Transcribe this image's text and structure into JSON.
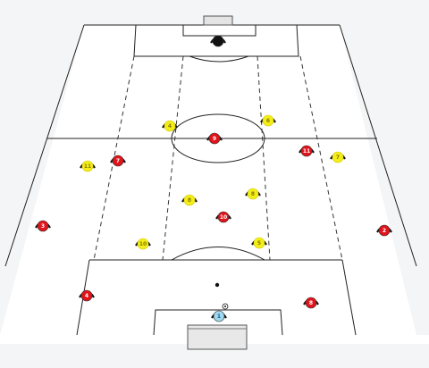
{
  "colors": {
    "background": "#f4f5f6",
    "pitch": "#ffffff",
    "lines": "#222222",
    "red_team": "#e0141b",
    "yellow_team": "#f3ee1a",
    "goalkeeper": "#9fd9ee",
    "opponent_keeper": "#111111"
  },
  "players": [
    {
      "team": "red",
      "number": "9"
    },
    {
      "team": "red",
      "number": "7"
    },
    {
      "team": "red",
      "number": "11"
    },
    {
      "team": "red",
      "number": "3"
    },
    {
      "team": "red",
      "number": "10"
    },
    {
      "team": "red",
      "number": "2"
    },
    {
      "team": "red",
      "number": "4"
    },
    {
      "team": "red",
      "number": "8"
    },
    {
      "team": "yellow",
      "number": "4"
    },
    {
      "team": "yellow",
      "number": "6"
    },
    {
      "team": "yellow",
      "number": "11"
    },
    {
      "team": "yellow",
      "number": "7"
    },
    {
      "team": "yellow",
      "number": "8"
    },
    {
      "team": "yellow",
      "number": "8"
    },
    {
      "team": "yellow",
      "number": "10"
    },
    {
      "team": "yellow",
      "number": "5"
    },
    {
      "team": "keeper",
      "number": "1"
    },
    {
      "team": "opponent_keeper",
      "number": ""
    }
  ]
}
